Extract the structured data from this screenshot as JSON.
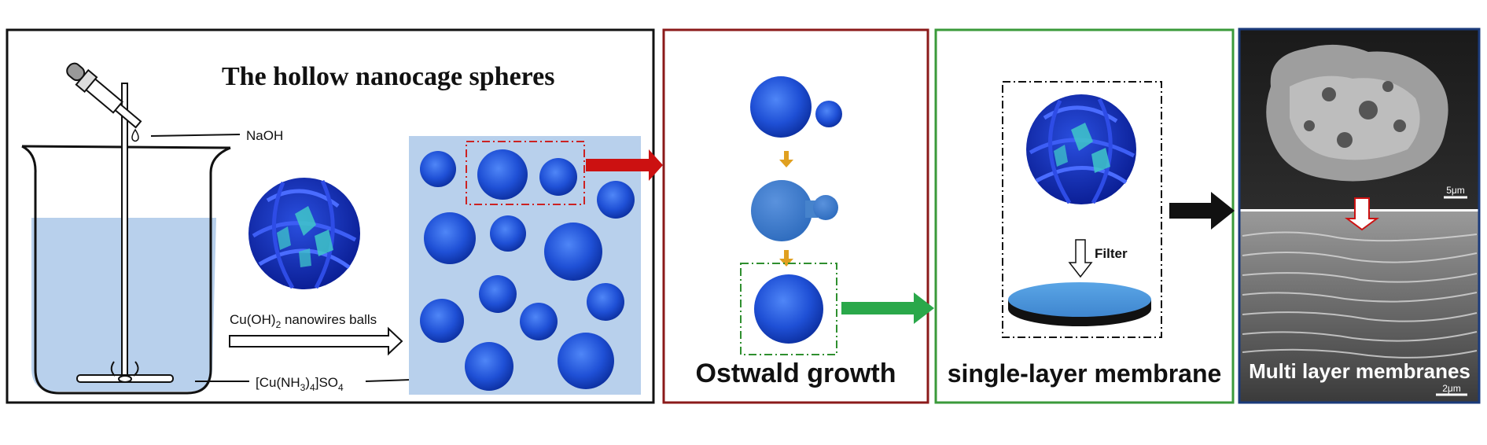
{
  "panels": {
    "synthesis": {
      "title": "The hollow nanocage spheres",
      "label_naoh": "NaOH",
      "label_balls_prefix": "Cu(OH)",
      "label_balls_sub": "2",
      "label_balls_suffix": " nanowires balls",
      "label_reagent_a": "[Cu(NH",
      "label_reagent_sub1": "3",
      "label_reagent_b": ")",
      "label_reagent_sub2": "4",
      "label_reagent_c": "]SO",
      "label_reagent_sub3": "4",
      "border_color": "#111111"
    },
    "ostwald": {
      "title": "Ostwald growth",
      "border_color": "#8b1a1a"
    },
    "single_layer": {
      "title": "single-layer membrane",
      "filter_label": "Filter",
      "border_color": "#3a9a3a"
    },
    "multi_layer": {
      "title": "Multi layer membranes",
      "scale_top": "5μm",
      "scale_bottom": "2μm",
      "border_color": "#1a3a7a"
    }
  },
  "colors": {
    "sphere": "#1f4fd8",
    "liquid": "#b8d0ec",
    "arrow_red": "#cc1111",
    "arrow_green": "#2aa84a",
    "arrow_black": "#111111",
    "arrow_orange": "#e0a020",
    "membrane": "#4f97d9"
  }
}
